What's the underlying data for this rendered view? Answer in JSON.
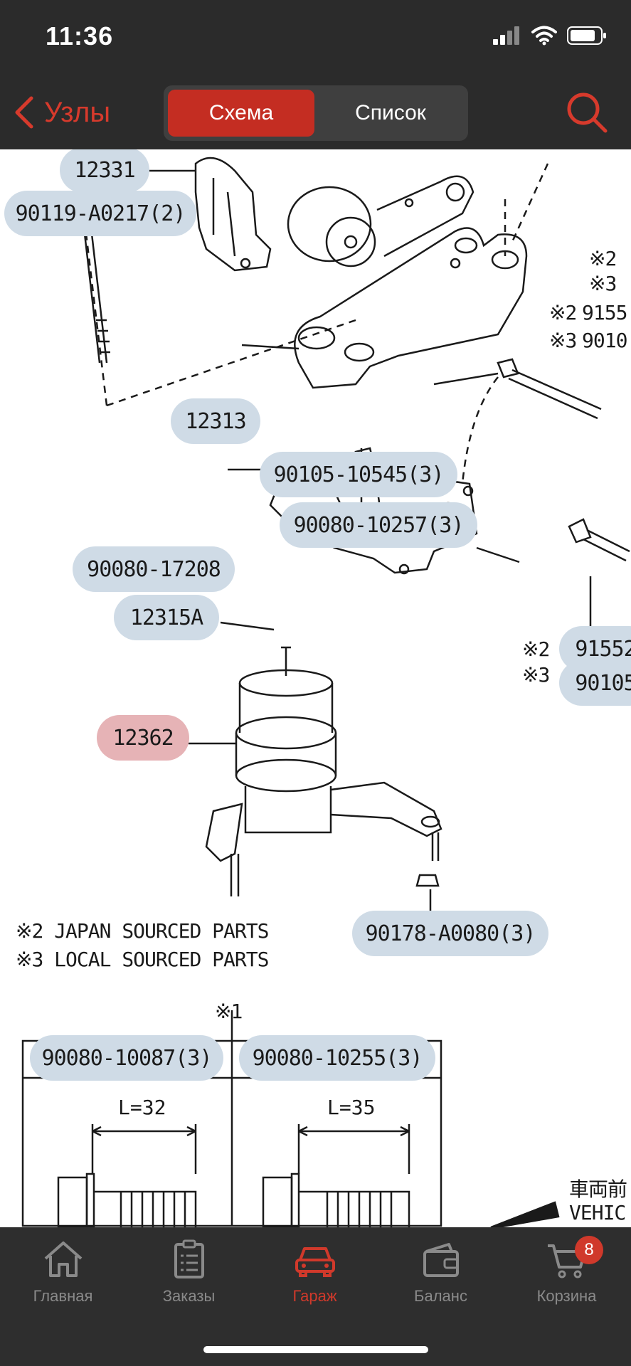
{
  "status_bar": {
    "time": "11:36"
  },
  "nav": {
    "back_label": "Узлы",
    "segments": [
      {
        "label": "Схема",
        "active": true
      },
      {
        "label": "Список",
        "active": false
      }
    ]
  },
  "diagram": {
    "callouts": [
      {
        "id": "12331",
        "label": "12331"
      },
      {
        "id": "90119",
        "label": "90119-A0217(2)"
      },
      {
        "id": "12313",
        "label": "12313"
      },
      {
        "id": "90105",
        "label": "90105-10545(3)"
      },
      {
        "id": "90080-10257",
        "label": "90080-10257(3)"
      },
      {
        "id": "90080-17208",
        "label": "90080-17208"
      },
      {
        "id": "12315A",
        "label": "12315A"
      },
      {
        "id": "12362",
        "label": "12362",
        "highlighted": true
      },
      {
        "id": "90178",
        "label": "90178-A0080(3)"
      },
      {
        "id": "91552",
        "label": "91552"
      },
      {
        "id": "90105b",
        "label": "90105"
      },
      {
        "id": "90080-10087",
        "label": "90080-10087(3)"
      },
      {
        "id": "90080-10255",
        "label": "90080-10255(3)"
      }
    ],
    "notes": {
      "japan": "※2 JAPAN SOURCED PARTS",
      "local": "※3 LOCAL SOURCED PARTS",
      "ref1": "※1",
      "mark2a": "※2",
      "mark3a": "※3",
      "mark2b": "※2",
      "mark3b": "※3",
      "mark2c": "※2",
      "mark3c": "※3",
      "num9155": "9155",
      "num9010": "9010",
      "length_left": "L=32",
      "length_right": "L=35",
      "vehicle_jp": "車両前",
      "vehicle_en": "VEHIC"
    }
  },
  "tabs": [
    {
      "label": "Главная",
      "icon": "home-icon",
      "active": false
    },
    {
      "label": "Заказы",
      "icon": "orders-icon",
      "active": false
    },
    {
      "label": "Гараж",
      "icon": "car-icon",
      "active": true
    },
    {
      "label": "Баланс",
      "icon": "wallet-icon",
      "active": false
    },
    {
      "label": "Корзина",
      "icon": "cart-icon",
      "active": false,
      "badge": "8"
    }
  ],
  "colors": {
    "accent": "#c42d22",
    "bar_bg": "#2b2b2b",
    "callout": "#cfdbe6",
    "callout_highlight": "#e6b3b6"
  }
}
